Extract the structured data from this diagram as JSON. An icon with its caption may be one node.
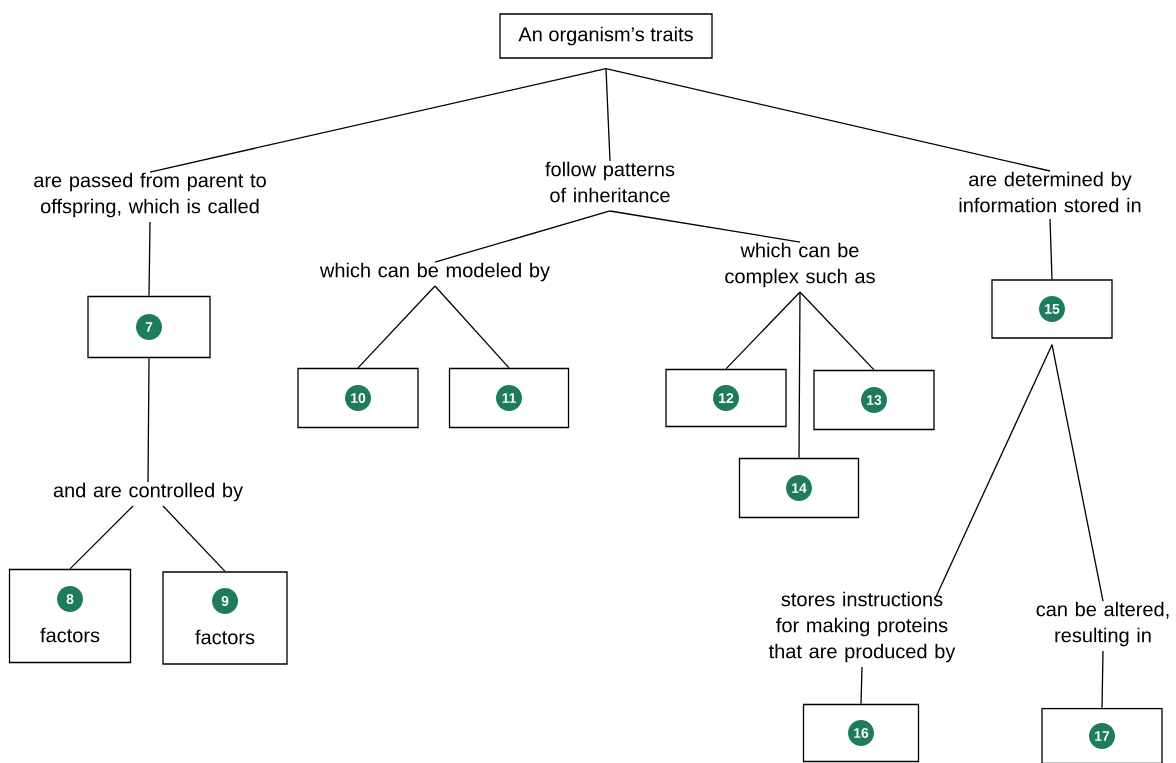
{
  "diagram": {
    "nodes": [
      {
        "text": [
          "An organism’s traits"
        ]
      },
      {
        "text": [
          "are passed from parent to offspring, which is called"
        ]
      },
      {
        "text": [
          "follow patterns of inheritance"
        ]
      },
      {
        "text": [
          "are determined by information stored in"
        ]
      },
      {
        "text": [
          "7"
        ]
      },
      {
        "text": [
          "and are controlled by"
        ]
      },
      {
        "text": [
          "8",
          "factors"
        ]
      },
      {
        "text": [
          "9",
          "factors"
        ]
      },
      {
        "text": [
          "which can be modeled by"
        ]
      },
      {
        "text": [
          "10"
        ]
      },
      {
        "text": [
          "11"
        ]
      },
      {
        "text": [
          "which can be complex such as"
        ]
      },
      {
        "text": [
          "12"
        ]
      },
      {
        "text": [
          "13"
        ]
      },
      {
        "text": [
          "14"
        ]
      },
      {
        "text": [
          "15"
        ]
      },
      {
        "text": [
          "stores instructions for making proteins that are produced by"
        ]
      },
      {
        "text": [
          "can be altered, resulting in"
        ]
      },
      {
        "text": [
          "16"
        ]
      },
      {
        "text": [
          "17"
        ]
      }
    ],
    "edges": [
      {
        "from": 0,
        "to": 1,
        "arrow": "none"
      },
      {
        "from": 0,
        "to": 2,
        "arrow": "none"
      },
      {
        "from": 0,
        "to": 3,
        "arrow": "none"
      },
      {
        "from": 1,
        "to": 4,
        "arrow": "none"
      },
      {
        "from": 4,
        "to": 5,
        "arrow": "none"
      },
      {
        "from": 5,
        "to": 6,
        "arrow": "none"
      },
      {
        "from": 5,
        "to": 7,
        "arrow": "none"
      },
      {
        "from": 2,
        "to": 8,
        "arrow": "none"
      },
      {
        "from": 2,
        "to": 11,
        "arrow": "none"
      },
      {
        "from": 8,
        "to": 9,
        "arrow": "none"
      },
      {
        "from": 8,
        "to": 10,
        "arrow": "none"
      },
      {
        "from": 11,
        "to": 12,
        "arrow": "none"
      },
      {
        "from": 11,
        "to": 13,
        "arrow": "none"
      },
      {
        "from": 11,
        "to": 14,
        "arrow": "none"
      },
      {
        "from": 3,
        "to": 15,
        "arrow": "none"
      },
      {
        "from": 15,
        "to": 16,
        "arrow": "none"
      },
      {
        "from": 15,
        "to": 17,
        "arrow": "none"
      },
      {
        "from": 16,
        "to": 18,
        "arrow": "none"
      },
      {
        "from": 17,
        "to": 19,
        "arrow": "none"
      }
    ]
  }
}
